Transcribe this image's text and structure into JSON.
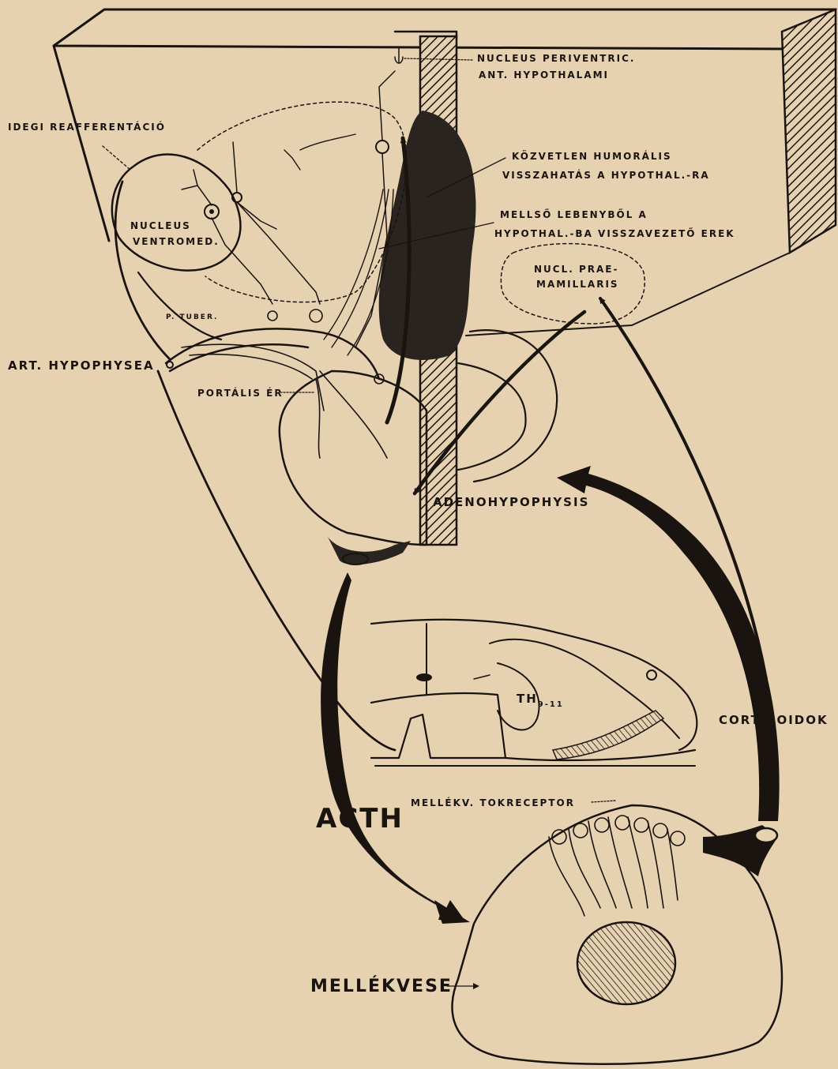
{
  "labels": {
    "nucleus_periventric_1": "NUCLEUS PERIVENTRIC.",
    "nucleus_periventric_2": "ANT. HYPOTHALAMI",
    "idegi": "IDEGI REAFFERENTÁCIÓ",
    "kozvetlen_1": "KÖZVETLEN HUMORÁLIS",
    "kozvetlen_2": "VISSZAHATÁS A HYPOTHAL.-RA",
    "mellso_1": "MELLSŐ LEBENYBŐL A",
    "mellso_2": "HYPOTHAL.-BA VISSZAVEZETŐ EREK",
    "nucleus_ventromed_1": "NUCLEUS",
    "nucleus_ventromed_2": "VENTROMED.",
    "nucl_praemamillaris_1": "NUCL. PRAE-",
    "nucl_praemamillaris_2": "MAMILLARIS",
    "p_tuber": "P. TUBER.",
    "art_hypophysea": "ART. HYPOPHYSEA",
    "portalis_er": "PORTÁLIS ÉR",
    "adenohypophysis": "ADENOHYPOPHYSIS",
    "th": "TH",
    "th_sub": "9-11",
    "corticoidok": "CORTICOIDOK",
    "mellekv_tokreceptor": "MELLÉKV. TOKRECEPTOR",
    "acth": "ACTH",
    "mellekvese": "MELLÉKVESE"
  },
  "colors": {
    "paper": "#e6d2b1",
    "ink": "#1a1410",
    "dark_mass": "#2a2420"
  }
}
